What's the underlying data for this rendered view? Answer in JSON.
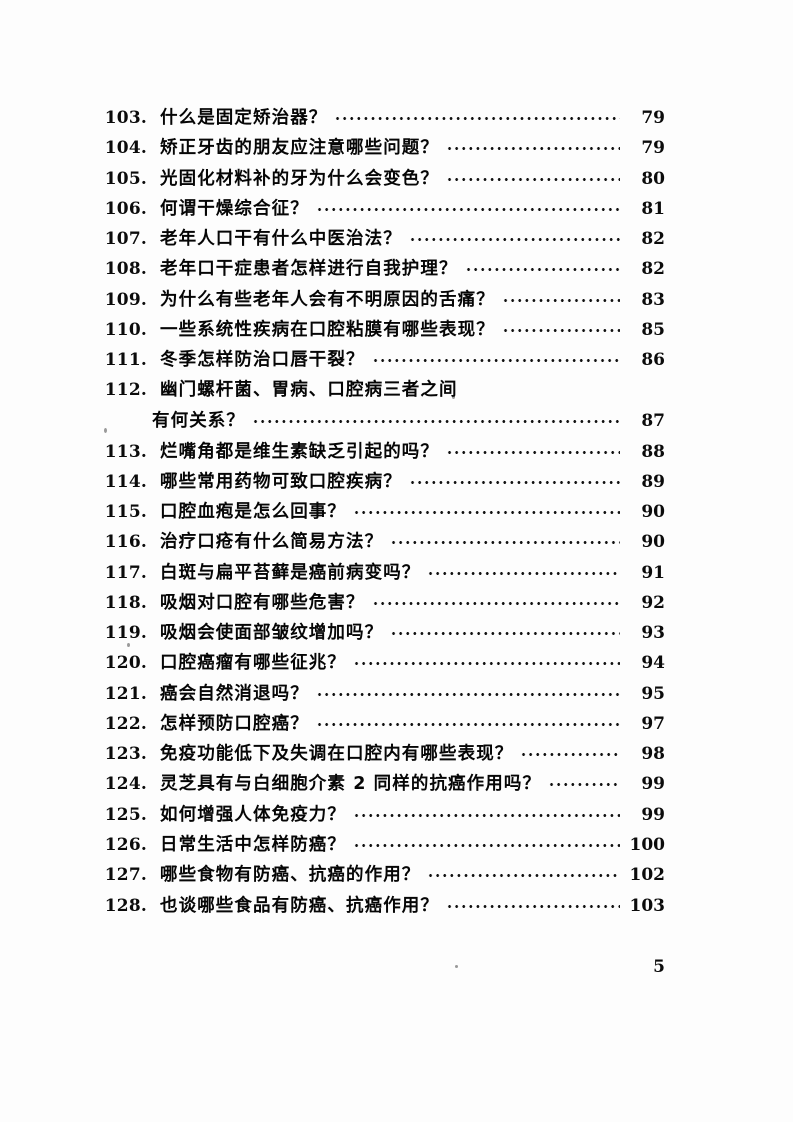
{
  "document": {
    "type": "table-of-contents",
    "language": "zh-CN",
    "folio": "5"
  },
  "toc": {
    "entries": [
      {
        "number": "103.",
        "title": "什么是固定矫治器？",
        "page": "79",
        "wrapped": false
      },
      {
        "number": "104.",
        "title": "矫正牙齿的朋友应注意哪些问题？",
        "page": "79",
        "wrapped": false
      },
      {
        "number": "105.",
        "title": "光固化材料补的牙为什么会变色？",
        "page": "80",
        "wrapped": false
      },
      {
        "number": "106.",
        "title": "何谓干燥综合征？",
        "page": "81",
        "wrapped": false
      },
      {
        "number": "107.",
        "title": "老年人口干有什么中医治法？",
        "page": "82",
        "wrapped": false
      },
      {
        "number": "108.",
        "title": "老年口干症患者怎样进行自我护理？",
        "page": "82",
        "wrapped": false
      },
      {
        "number": "109.",
        "title": "为什么有些老年人会有不明原因的舌痛？",
        "page": "83",
        "wrapped": false
      },
      {
        "number": "110.",
        "title": "一些系统性疾病在口腔粘膜有哪些表现？",
        "page": "85",
        "wrapped": false
      },
      {
        "number": "111.",
        "title": "冬季怎样防治口唇干裂？",
        "page": "86",
        "wrapped": false
      },
      {
        "number": "112.",
        "title": "幽门螺杆菌、胃病、口腔病三者之间",
        "title_line2": "有何关系？",
        "page": "87",
        "wrapped": true
      },
      {
        "number": "113.",
        "title": "烂嘴角都是维生素缺乏引起的吗？",
        "page": "88",
        "wrapped": false
      },
      {
        "number": "114.",
        "title": "哪些常用药物可致口腔疾病？",
        "page": "89",
        "wrapped": false
      },
      {
        "number": "115.",
        "title": "口腔血疱是怎么回事？",
        "page": "90",
        "wrapped": false
      },
      {
        "number": "116.",
        "title": "治疗口疮有什么简易方法？",
        "page": "90",
        "wrapped": false
      },
      {
        "number": "117.",
        "title": "白斑与扁平苔藓是癌前病变吗？",
        "page": "91",
        "wrapped": false
      },
      {
        "number": "118.",
        "title": "吸烟对口腔有哪些危害？",
        "page": "92",
        "wrapped": false
      },
      {
        "number": "119.",
        "title": "吸烟会使面部皱纹增加吗？",
        "page": "93",
        "wrapped": false
      },
      {
        "number": "120.",
        "title": "口腔癌瘤有哪些征兆？",
        "page": "94",
        "wrapped": false
      },
      {
        "number": "121.",
        "title": "癌会自然消退吗？",
        "page": "95",
        "wrapped": false
      },
      {
        "number": "122.",
        "title": "怎样预防口腔癌？",
        "page": "97",
        "wrapped": false
      },
      {
        "number": "123.",
        "title": "免疫功能低下及失调在口腔内有哪些表现？",
        "page": "98",
        "wrapped": false
      },
      {
        "number": "124.",
        "title": "灵芝具有与白细胞介素 2 同样的抗癌作用吗？",
        "page": "99",
        "wrapped": false
      },
      {
        "number": "125.",
        "title": "如何增强人体免疫力？",
        "page": "99",
        "wrapped": false
      },
      {
        "number": "126.",
        "title": "日常生活中怎样防癌？",
        "page": "100",
        "wrapped": false
      },
      {
        "number": "127.",
        "title": "哪些食物有防癌、抗癌的作用？",
        "page": "102",
        "wrapped": false
      },
      {
        "number": "128.",
        "title": "也谈哪些食品有防癌、抗癌作用？",
        "page": "103",
        "wrapped": false
      }
    ]
  }
}
